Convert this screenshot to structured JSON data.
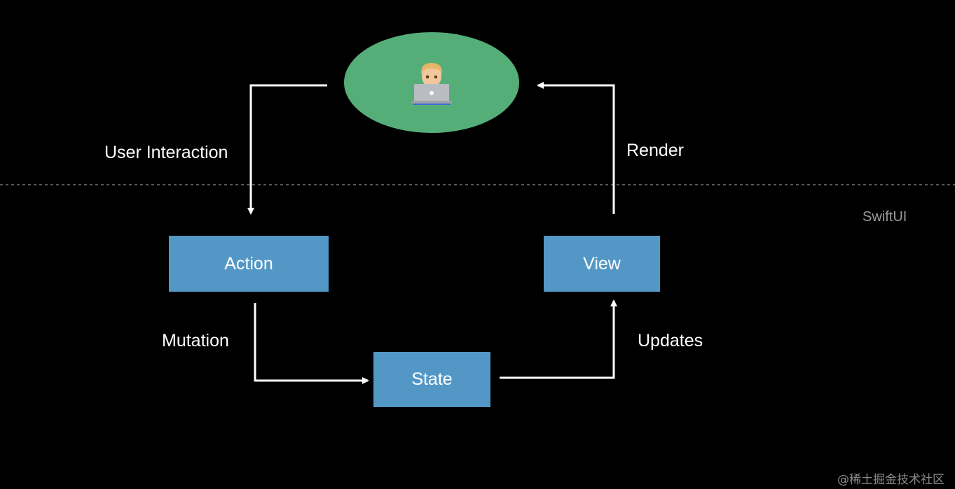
{
  "diagram": {
    "user_node": {
      "icon": "developer-with-laptop-icon",
      "color": "#55ae78"
    },
    "boxes": {
      "action": "Action",
      "view": "View",
      "state": "State",
      "color": "#5397c6"
    },
    "edge_labels": {
      "user_interaction": "User Interaction",
      "render": "Render",
      "mutation": "Mutation",
      "updates": "Updates"
    },
    "layer_label": "SwiftUI",
    "separator": "dashed"
  },
  "watermark": "@稀土掘金技术社区"
}
